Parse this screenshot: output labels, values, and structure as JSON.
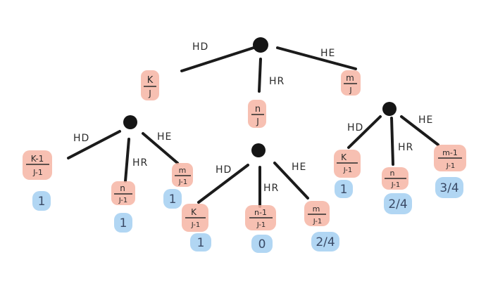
{
  "tree": {
    "root": {
      "edges": {
        "left": "HD",
        "mid": "HR",
        "right": "HE"
      },
      "leaf_hr": {
        "num": "n",
        "den": "J"
      },
      "frac_left": {
        "num": "K",
        "den": "J"
      },
      "frac_right": {
        "num": "m",
        "den": "J"
      }
    },
    "left": {
      "edges": {
        "left": "HD",
        "mid": "HR",
        "right": "HE"
      },
      "leaves": [
        {
          "num": "K-1",
          "den": "J-1",
          "value": "1"
        },
        {
          "num": "n",
          "den": "J-1",
          "value": "1"
        },
        {
          "num": "m",
          "den": "J-1",
          "value": "1"
        }
      ]
    },
    "center": {
      "edges": {
        "left": "HD",
        "mid": "HR",
        "right": "HE"
      },
      "leaves": [
        {
          "num": "K",
          "den": "J-1",
          "value": "1"
        },
        {
          "num": "n-1",
          "den": "J-1",
          "value": "0"
        },
        {
          "num": "m",
          "den": "J-1",
          "value": "2/4"
        }
      ]
    },
    "right": {
      "edges": {
        "left": "HD",
        "mid": "HR",
        "right": "HE"
      },
      "leaves": [
        {
          "num": "K",
          "den": "J-1",
          "value": "1"
        },
        {
          "num": "n",
          "den": "J-1",
          "value": "2/4"
        },
        {
          "num": "m-1",
          "den": "J-1",
          "value": "3/4"
        }
      ]
    }
  }
}
